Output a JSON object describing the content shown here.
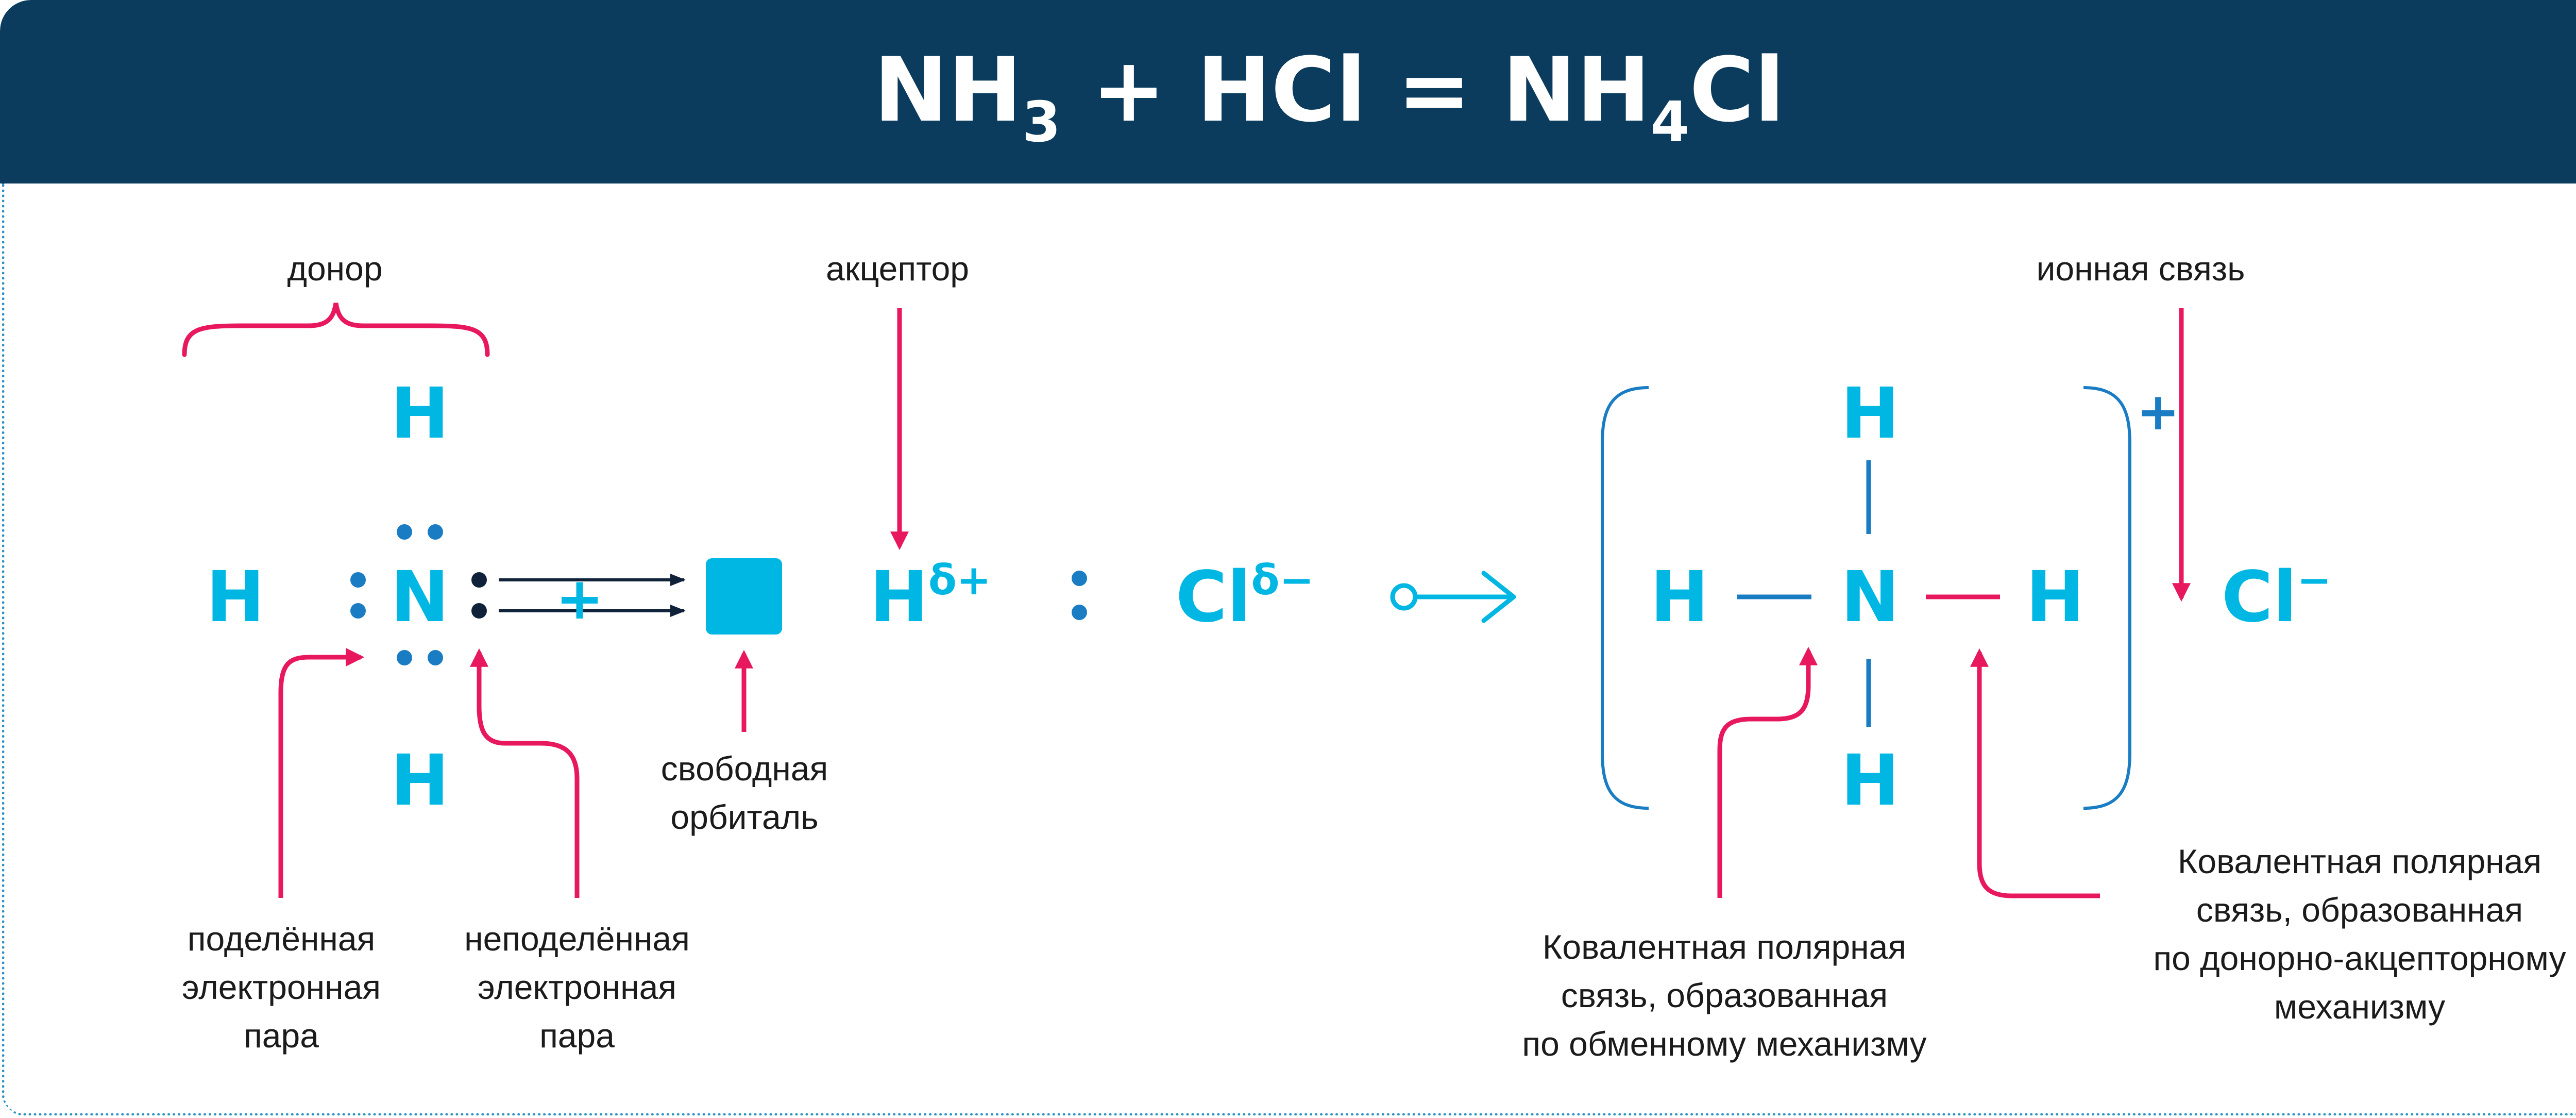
{
  "equation": {
    "reactant1": "NH",
    "reactant1_sub": "3",
    "plus": "+",
    "reactant2": "HCl",
    "equals": "=",
    "product": "NH",
    "product_sub": "4",
    "product_tail": "Cl"
  },
  "labels": {
    "donor": "донор",
    "acceptor": "акцептор",
    "ionic_bond": "ионная связь",
    "free_orbital": [
      "свободная",
      "орбиталь"
    ],
    "shared_pair": [
      "поделённая",
      "электронная",
      "пара"
    ],
    "lone_pair": [
      "неподелённая",
      "электронная",
      "пара"
    ],
    "exchange_bond": [
      "Ковалентная полярная",
      "связь, образованная",
      "по обменному механизму"
    ],
    "donor_acceptor_bond": [
      "Ковалентная полярная",
      "связь, образованная",
      "по донорно-акцепторному",
      "механизму"
    ]
  },
  "atoms": {
    "h": "H",
    "n": "N",
    "cl": "Cl",
    "delta_plus": "δ+",
    "delta_minus": "δ−",
    "minus": "−",
    "colon": ":",
    "plus_sign": "+",
    "ion_charge": "+"
  },
  "colors": {
    "header": "#0b3c5d",
    "atom": "#00b7e4",
    "pointer": "#e8185f",
    "electron_blue": "#1a7dc4",
    "electron_dark": "#10223a",
    "orbital": "#00b7e4"
  }
}
